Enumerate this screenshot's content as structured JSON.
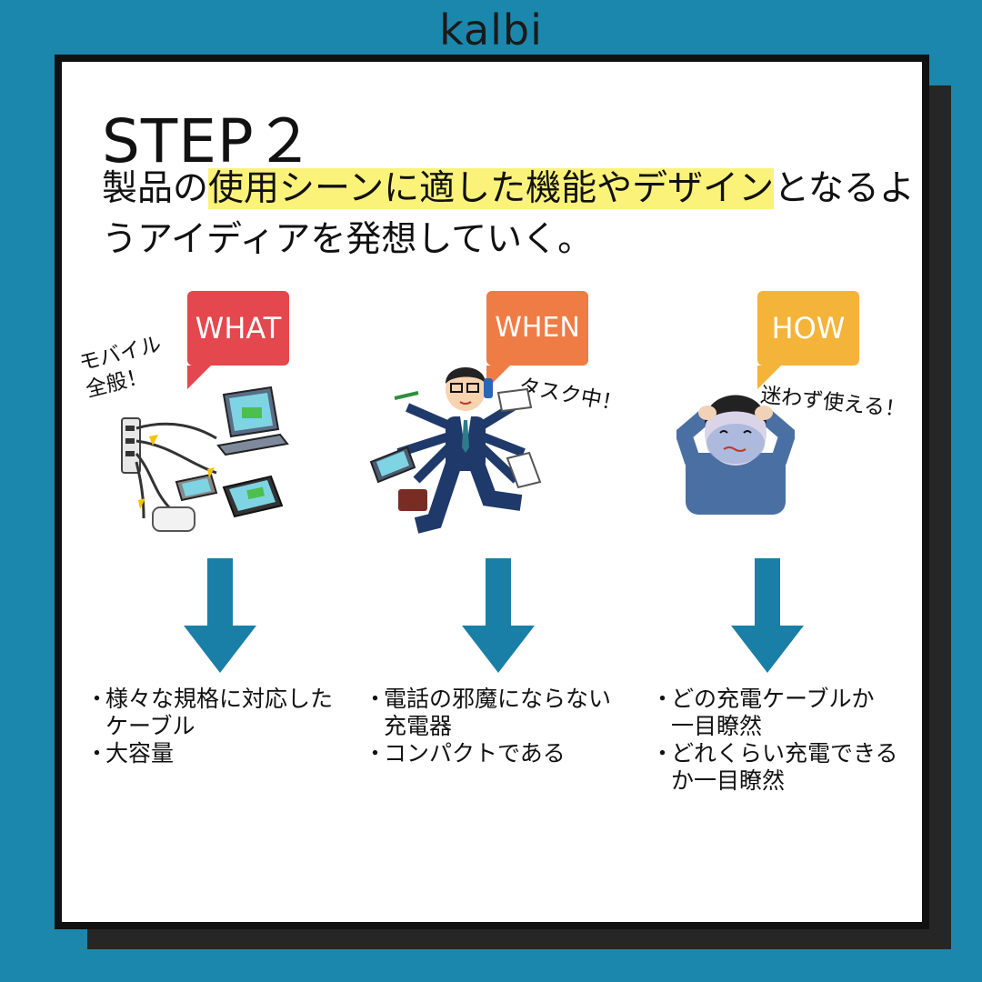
{
  "logo": "kalbi",
  "step_title": "STEP２",
  "description": {
    "pre": "製品の",
    "highlight": "使用シーンに適した機能やデザイン",
    "post": "となるようアイディアを発想していく。"
  },
  "columns": [
    {
      "bubble": "WHAT",
      "label": "モバイル\n全般！",
      "points": [
        "様々な規格に対応した\nケーブル",
        "大容量"
      ]
    },
    {
      "bubble": "WHEN",
      "label": "タスク中！",
      "points": [
        "電話の邪魔にならない\n充電器",
        "コンパクトである"
      ]
    },
    {
      "bubble": "HOW",
      "label": "迷わず使える！",
      "points": [
        "どの充電ケーブルか\n一目瞭然",
        "どれくらい充電できる\nか一目瞭然"
      ]
    }
  ],
  "bullet": "・",
  "colors": {
    "background": "#1b87ad",
    "what": "#e4474d",
    "when": "#f07c45",
    "how": "#f4b43a",
    "highlight": "#fbf27a",
    "arrow": "#1a7fa7"
  },
  "icons": [
    "charging-devices-illustration",
    "busy-businessman-illustration",
    "confused-person-illustration",
    "down-arrow-icon"
  ]
}
